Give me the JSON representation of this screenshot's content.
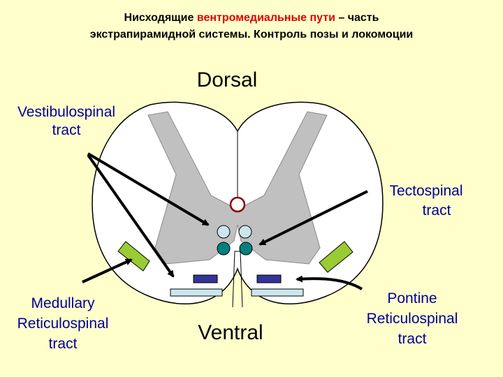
{
  "title": {
    "line1_pre": "Нисходящие ",
    "line1_highlight": "вентромедиальные пути",
    "line1_post": " – часть",
    "line2": "экстрапирамидной системы. Контроль позы и локомоции"
  },
  "labels": {
    "dorsal": "Dorsal",
    "ventral": "Ventral",
    "vestibulospinal": [
      "Vestibulospinal",
      "tract"
    ],
    "tectospinal": [
      "Tectospinal",
      "tract"
    ],
    "medullary": [
      "Medullary",
      "Reticulospinal",
      "tract"
    ],
    "pontine": [
      "Pontine",
      "Reticulospinal",
      "tract"
    ]
  },
  "colors": {
    "background": "#FFFFCC",
    "title_highlight": "#E00000",
    "gray_matter": "#C0C0C0",
    "green_tract": "#99CC33",
    "teal_tract": "#008080",
    "light_blue_tract": "#CCE6EE",
    "navy_tract": "#333399",
    "text_dark_blue": "#000099"
  }
}
